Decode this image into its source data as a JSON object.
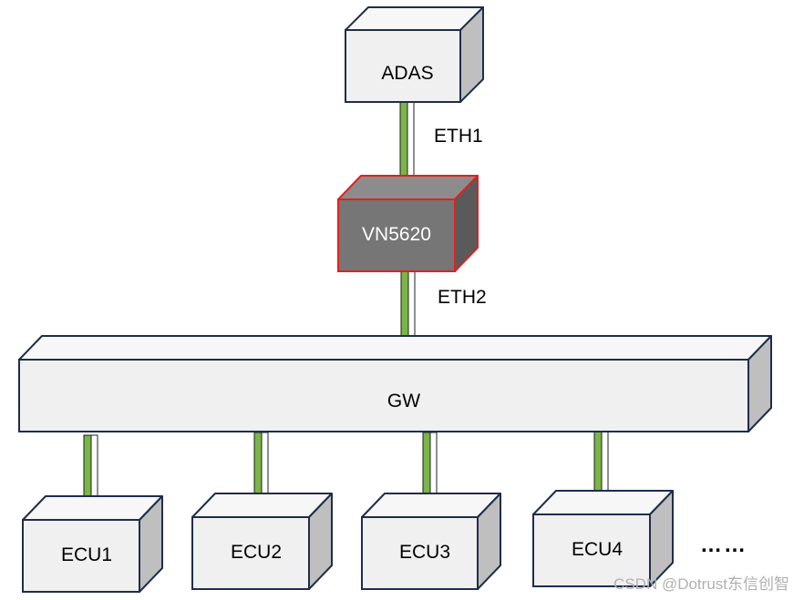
{
  "nodes": {
    "adas": "ADAS",
    "vn": "VN5620",
    "gw": "GW",
    "ecu1": "ECU1",
    "ecu2": "ECU2",
    "ecu3": "ECU3",
    "ecu4": "ECU4"
  },
  "links": {
    "eth1": "ETH1",
    "eth2": "ETH2"
  },
  "more_indicator": "……",
  "watermark": "CSDN @Dotrust东信创智",
  "colors": {
    "box_front": "#f0f0f0",
    "box_side": "#bfbfbf",
    "box_top": "#f7f7f7",
    "box_stroke": "#1f2d4a",
    "vn_front": "#767676",
    "vn_side": "#5a5a5a",
    "vn_top": "#8c8c8c",
    "vn_stroke": "#e02020",
    "cable_green": "#7ab547"
  }
}
